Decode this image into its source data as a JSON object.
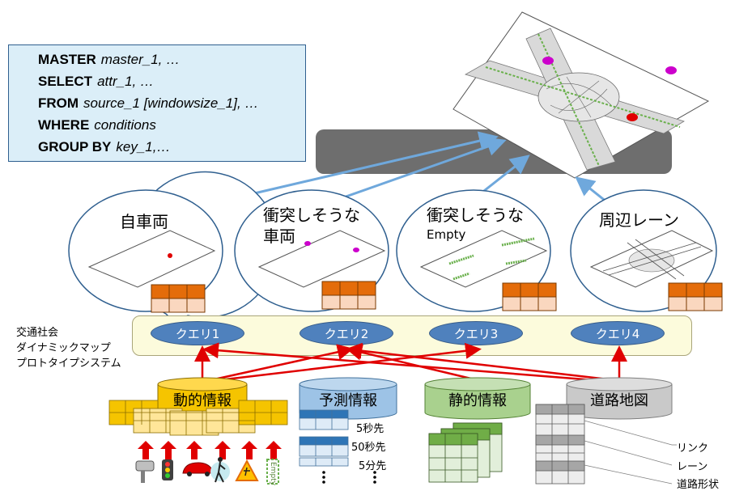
{
  "query": {
    "lines": [
      {
        "kw": "MASTER",
        "arg": "master_1, …"
      },
      {
        "kw": "SELECT",
        "arg": "attr_1, …"
      },
      {
        "kw": "FROM",
        "arg": "source_1 [windowsize_1], …"
      },
      {
        "kw": "WHERE",
        "arg": "conditions"
      },
      {
        "kw": "GROUP BY",
        "arg": "key_1,…"
      }
    ]
  },
  "bubbles": [
    {
      "title": "自車両",
      "subtitle": ""
    },
    {
      "title": "衝突しそうな",
      "subtitle": "車両"
    },
    {
      "title": "衝突しそうな",
      "subtitle": "Empty"
    },
    {
      "title": "周辺レーン",
      "subtitle": ""
    }
  ],
  "system_label": [
    "交通社会",
    "ダイナミックマップ",
    "プロトタイプシステム"
  ],
  "queries": [
    "クエリ1",
    "クエリ2",
    "クエリ3",
    "クエリ4"
  ],
  "databases": [
    "動的情報",
    "予測情報",
    "静的情報",
    "道路地図"
  ],
  "prediction_labels": [
    "5秒先",
    "50秒先",
    "5分先"
  ],
  "map_labels": [
    "リンク",
    "レーン",
    "道路形状"
  ],
  "sensor_empty_label": "Empty",
  "colors": {
    "query_box": "#dbeef8",
    "query_ellipse": "#4f81bd",
    "arrow_red": "#e00000",
    "arrow_blue": "#6fa8dc",
    "orange": "#e46c0a",
    "db_dynamic": "#f5c400",
    "db_predict": "#9dc3e6",
    "db_static": "#a9d18e",
    "db_map": "#c9c9c9"
  }
}
